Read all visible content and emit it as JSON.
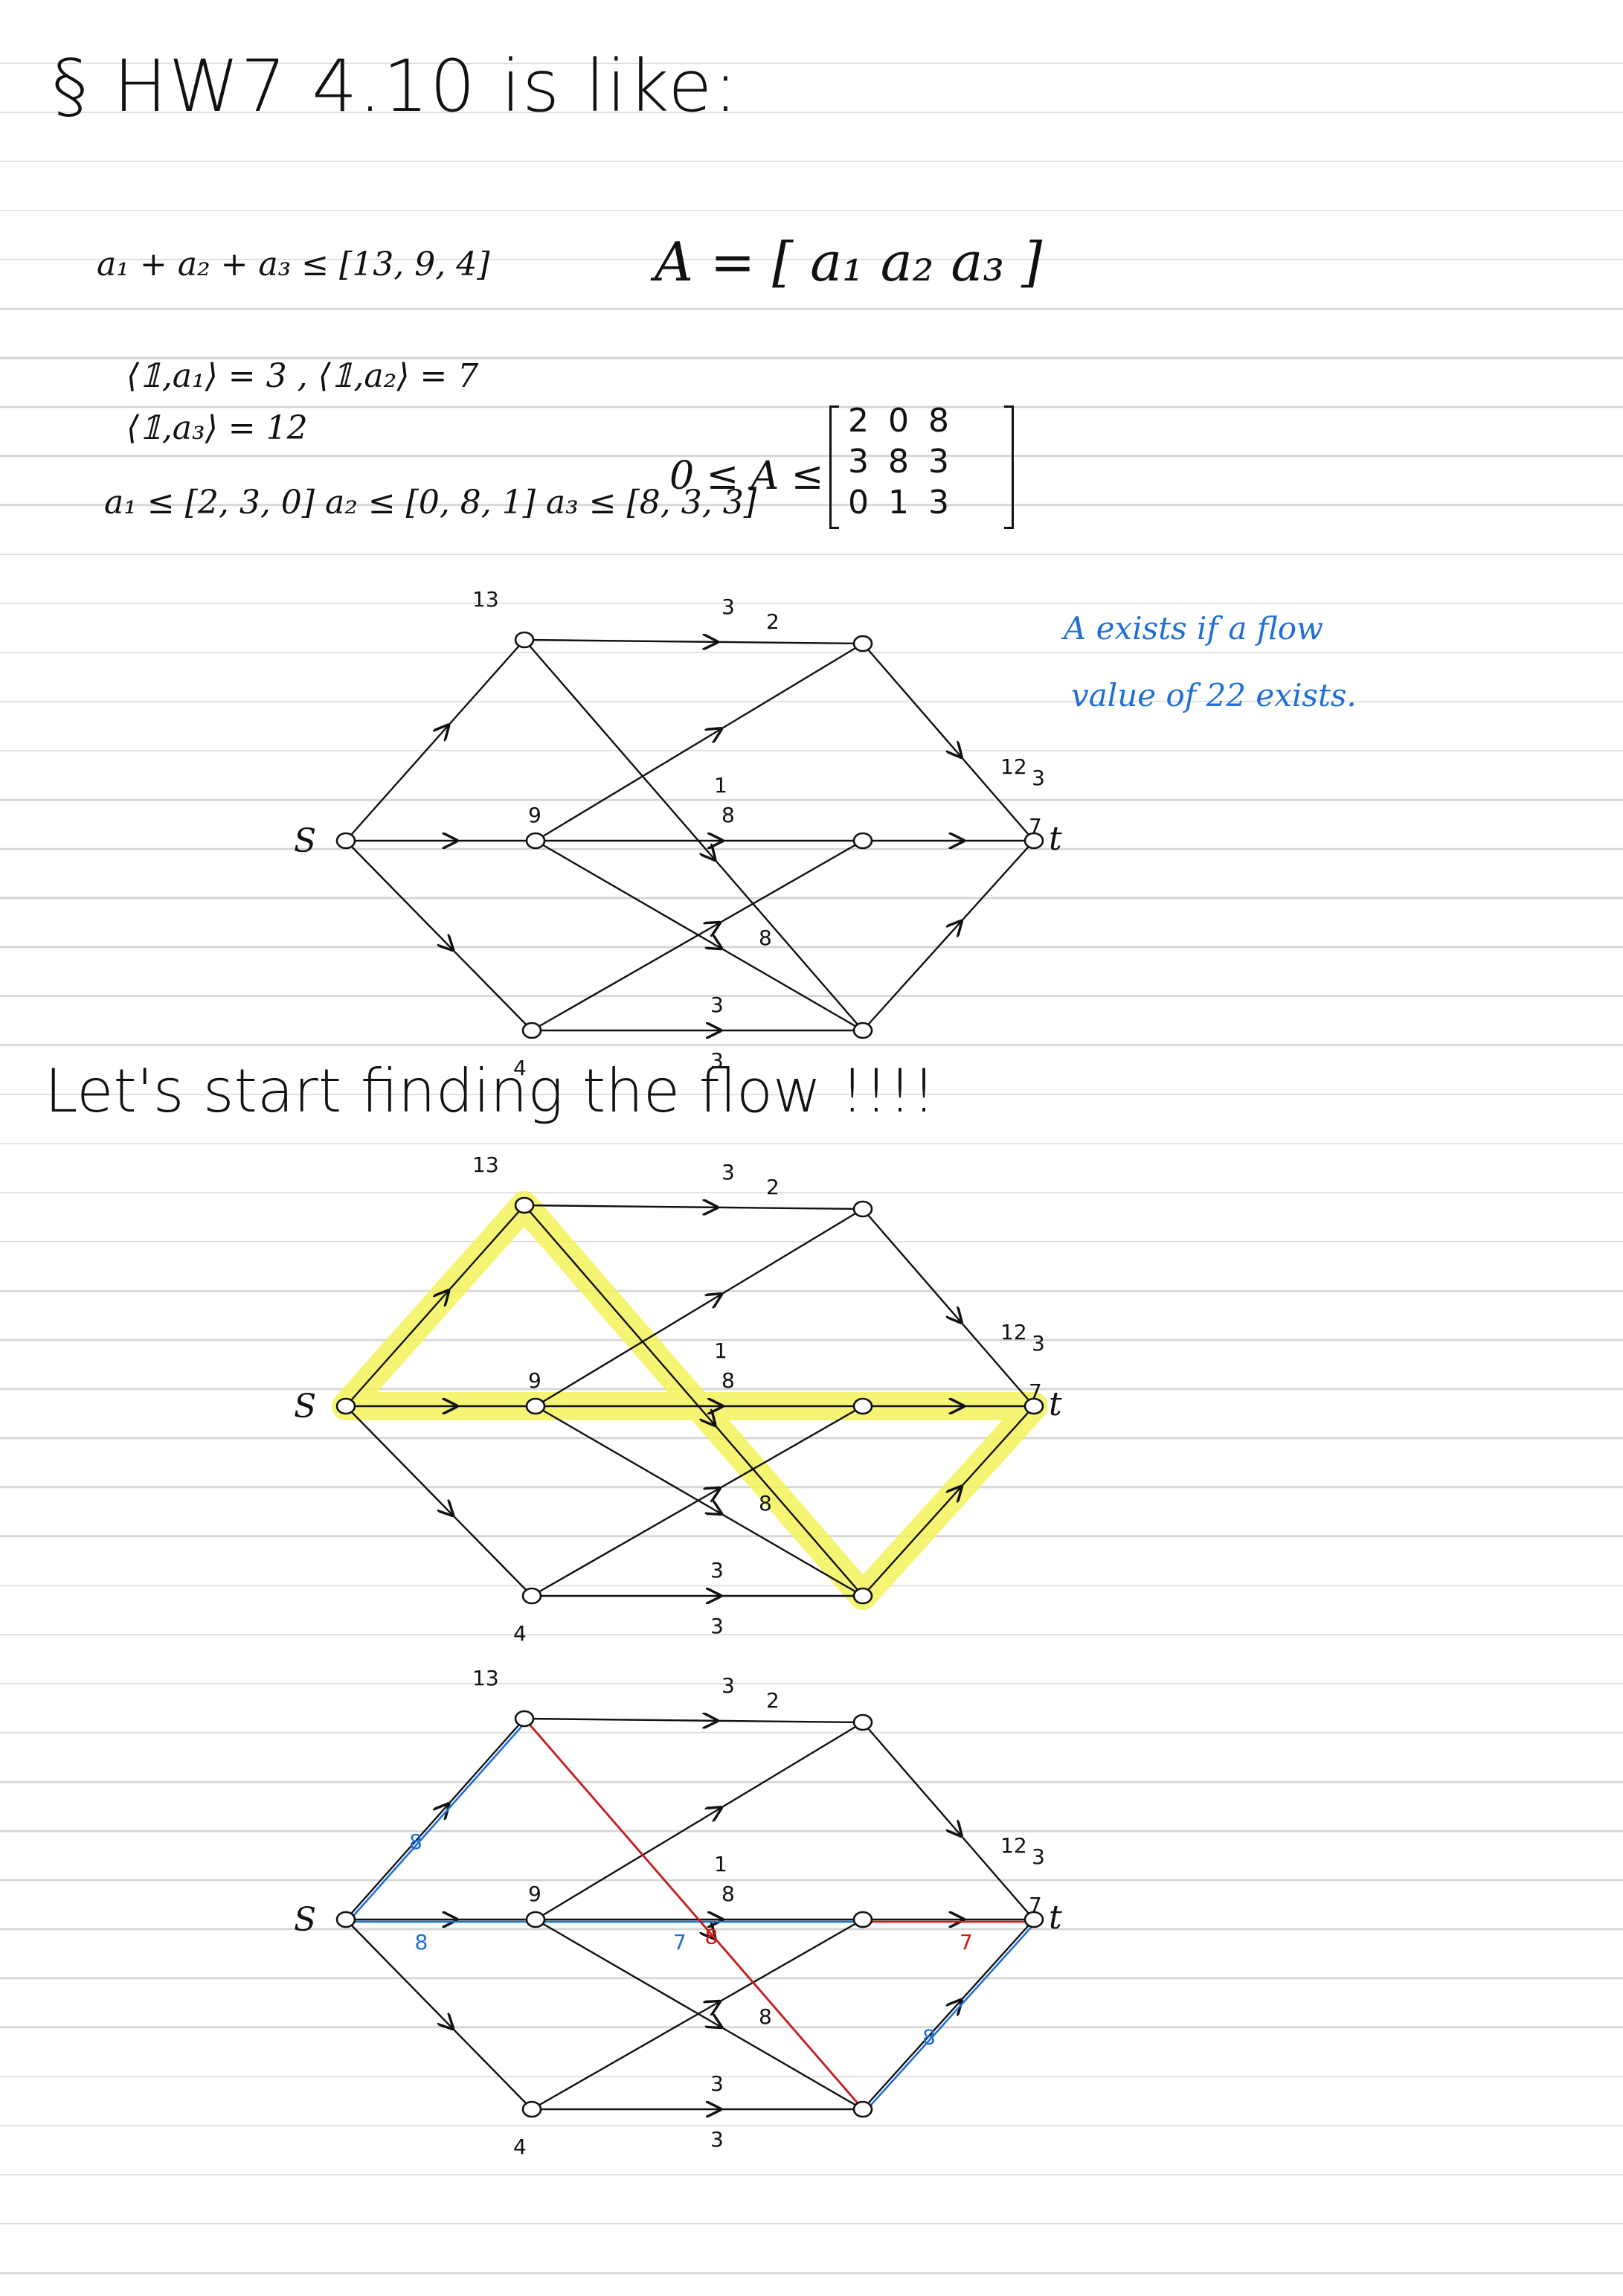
{
  "title": "§ HW7 4.10 is like:",
  "constraints": {
    "sum_line": "a₁ + a₂ + a₃ ≤ [13, 9, 4]",
    "inner1": "⟨𝟙,a₁⟩ = 3 , ⟨𝟙,a₂⟩ = 7",
    "inner2": "⟨𝟙,a₃⟩ = 12",
    "bounds": "a₁ ≤ [2, 3, 0]   a₂ ≤ [0, 8, 1]   a₃ ≤ [8, 3, 3]"
  },
  "matrix": {
    "a_def": "A = [ a₁  a₂  a₃ ]",
    "bound_label": "0 ≤ A ≤",
    "bound_rows": [
      "2  0  8",
      "3  8  3",
      "0  1  3"
    ]
  },
  "side_note": [
    "A exists if a flow",
    "value of 22 exists."
  ],
  "heading": "Let's start finding the flow !!!!",
  "network": {
    "source_label": "S",
    "sink_label": "t",
    "edges": [
      {
        "from": "s",
        "to": "r1",
        "cap": "13"
      },
      {
        "from": "s",
        "to": "r2",
        "cap": "9"
      },
      {
        "from": "s",
        "to": "r3",
        "cap": "4"
      },
      {
        "from": "r1",
        "to": "c1",
        "cap": "2"
      },
      {
        "from": "r1",
        "to": "c3",
        "cap": "8"
      },
      {
        "from": "r2",
        "to": "c1",
        "cap": "3"
      },
      {
        "from": "r2",
        "to": "c2",
        "cap": "8"
      },
      {
        "from": "r2",
        "to": "c3",
        "cap": "3"
      },
      {
        "from": "r3",
        "to": "c2",
        "cap": "1"
      },
      {
        "from": "r3",
        "to": "c3",
        "cap": "3"
      },
      {
        "from": "c1",
        "to": "t",
        "cap": "3"
      },
      {
        "from": "c2",
        "to": "t",
        "cap": "7"
      },
      {
        "from": "c3",
        "to": "t",
        "cap": "12"
      }
    ]
  },
  "flow_annotations": {
    "blue": [
      {
        "edge": "s-r1",
        "value": "8"
      },
      {
        "edge": "s-r2",
        "value": "8"
      },
      {
        "edge": "r2-c2",
        "value": "7"
      },
      {
        "edge": "c3-t",
        "value": "8"
      }
    ],
    "red": [
      {
        "edge": "r1-c3",
        "value": "8"
      },
      {
        "edge": "c2-t",
        "value": "7"
      }
    ]
  },
  "colors": {
    "highlight": "#f4f25a",
    "blue": "#1f6fd6",
    "red": "#d21a1a"
  }
}
